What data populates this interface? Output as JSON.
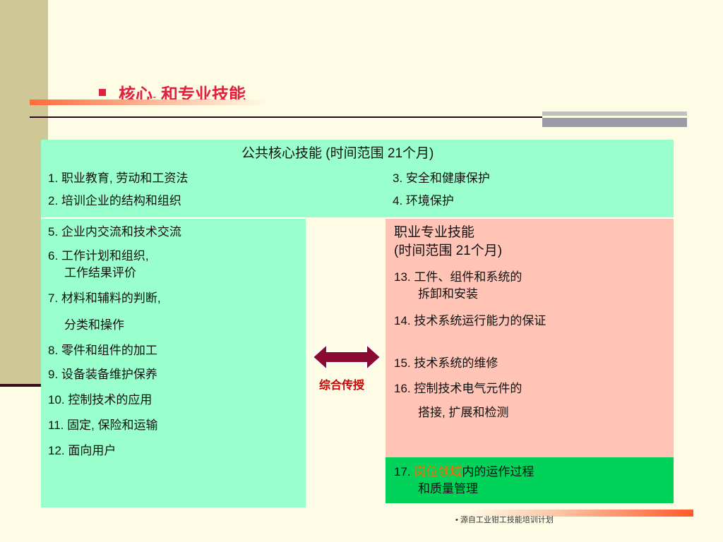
{
  "title": {
    "main": "核心",
    "dash": "-",
    "rest": " 和专业技能"
  },
  "common": {
    "heading": "公共核心技能 (时间范围 21个月)",
    "items": [
      "1. 职业教育, 劳动和工资法",
      "2. 培训企业的结构和组织",
      "3. 安全和健康保护",
      "4. 环境保护",
      "5. 企业内交流和技术交流",
      "6. 工作计划和组织,",
      "工作结果评价",
      "7. 材料和辅料的判断,",
      "分类和操作",
      "8. 零件和组件的加工",
      "9. 设备装备维护保养",
      "10. 控制技术的应用",
      "11. 固定, 保险和运输",
      "12. 面向用户"
    ]
  },
  "professional": {
    "heading1": "职业专业技能",
    "heading2": "(时间范围 21个月)",
    "items": [
      "13. 工件、组件和系统的",
      "拆卸和安装",
      "14. 技术系统运行能力的保证",
      "15. 技术系统的维修",
      "16. 控制技术电气元件的",
      "搭接, 扩展和检测"
    ],
    "item17_prefix": "17. ",
    "item17_highlight": "岗位领域",
    "item17_suffix": "内的运作过程",
    "item17_line2": "和质量管理"
  },
  "arrow_label": "综合传授",
  "footer": "• 源自工业钳工技能培训计划",
  "colors": {
    "title": "#e0203c",
    "common_bg": "#99ffcc",
    "professional_bg": "#ffc4b6",
    "green_bg": "#00d25a",
    "arrow": "#8b0a32",
    "highlight": "#ff6a00"
  }
}
